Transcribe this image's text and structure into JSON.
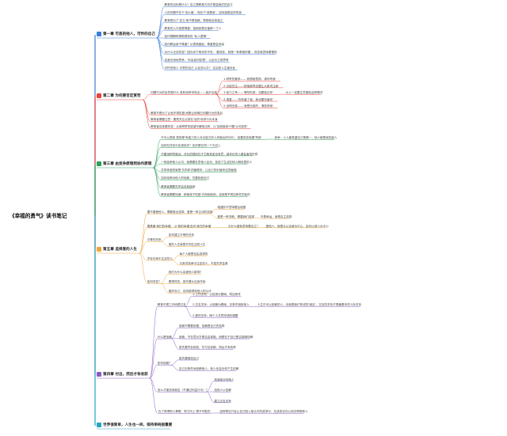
{
  "title": "《幸福的勇气》读书笔记",
  "chapters": [
    {
      "icon": "book-icon",
      "color": "#3b7dd8",
      "label": "第一章 可恶的他人，可怜的自己",
      "items": [
        {
          "text": "教育的目标是什么？自立是教育方向不是盆栽式的自立"
        },
        {
          "text": "人的问题不在于'怎么做'，而在于'我是谁'，如何接受这样的我"
        },
        {
          "text": "教育是为了'自立'而不是依赖，帮助他自我独立"
        },
        {
          "text": "教育的入口就是尊重：接纳其是否值得一个人"
        },
        {
          "text": "如何理解阿德勒提到的 '私人逻辑'"
        },
        {
          "text": "如何教会孩子尊重？从表扬做起，尊重是会传染"
        },
        {
          "text": "为什么无法改变？因为安于现状的不安，'要改变，就是一条艰难的路'，改变就意味着冒险"
        },
        {
          "text": "设身处地地思考。'你会如何处理'，以此为立场思考"
        },
        {
          "text": "可怜的他人 可恶的自己 以及怎么办？ 往后的人生面对此"
        }
      ]
    },
    {
      "icon": "gift-icon",
      "color": "#e8433a",
      "label": "第二章 为何要否定赏罚",
      "items": [
        {
          "text": "问题行为的目的是什么 各阶段有何特点——逐步出现",
          "children": [
            {
              "text": "1.称赞的要求——'我想被表扬，请你夸我'"
            },
            {
              "text": "2.引起关注——'即使被骂也要让大家关注我'"
            },
            {
              "text": "3.权力之争——'哪怕吵架，也要赢过你'",
              "children": [
                {
                  "text": "大人一定要注意避免这种情况"
                }
              ]
            },
            {
              "text": "4.报复——'你伤害了我，我也要伤害你'"
            },
            {
              "text": "5.证明无能——'我是无能的，请放弃我'"
            }
          ]
        },
        {
          "text": "教育不是为了让他不再犯错 而是让他明白问题行为的背后"
        },
        {
          "text": "教育者需要注意：要把关注点放在'目的'而非行为本身"
        },
        {
          "text": "教育者自身要改变：从被称赞的欲望中解放出来，以'自我接纳'代替'认可欲求'"
        }
      ]
    },
    {
      "icon": "people-icon",
      "color": "#2aa05a",
      "label": "第三章 由竞争原理到协作原理",
      "items": [
        {
          "text": "不可以表扬 表扬是'有能力的人对无能力的人所做出的评价'，若要改变就要'赞扬'",
          "children": [
            {
              "text": "竞争：人人都希望自己是第一，他人都是我的敌人"
            }
          ]
        },
        {
          "text": "如何在任务中实现协作？协作是在同一个方向上"
        },
        {
          "text": "不要用称赞驱动，评价的规则在于它既有奖也有罚，被评价的人便会害怕失败"
        },
        {
          "text": "一味追求他人认可，就需要在意他人目光，变成了生活在他人期待里的人"
        },
        {
          "text": "共同体感觉就是'共同体'的最根本，让自己的价值来自贡献感"
        },
        {
          "text": "如何培养对他人的信赖，先要相信自己"
        },
        {
          "text": "教育者需要先学会自我接纳"
        },
        {
          "text": "教育者需要知道：即使孩子犯错 仍然相信他，这就是不附加条件的信任"
        }
      ]
    },
    {
      "icon": "heart-icon",
      "color": "#8b5cc7",
      "label": "第四章 付出，然后才有收获",
      "items": [
        {
          "text": "教育不是工作而是交友",
          "children": [
            {
              "text": "1.工作关系：以信用为基础，附加条件"
            },
            {
              "text": "2.交友关系：以信赖为基础，无条件相信他人",
              "children": [
                {
                  "text": "人生中可以依赖的人，也就是我们所说的'朋友'，交友的关系才是最基本的人际关系"
                }
              ]
            },
            {
              "text": "3.爱的关系：两个人共同完成的课题"
            }
          ]
        },
        {
          "text": "什么是信赖",
          "children": [
            {
              "text": "信赖不需要依据，信赖是自己的选择"
            },
            {
              "text": "信赖，不在意对方是否会背叛，而是在于自己是否能够信赖"
            },
            {
              "text": "首先要学会相信，先付出信赖，然后才有收获"
            }
          ]
        },
        {
          "text": "如何信赖？",
          "children": [
            {
              "text": "首先要相信自己"
            },
            {
              "text": "自己无条件地信赖他人，他人也会对你产生信赖"
            }
          ]
        },
        {
          "text": "怎么才能找到朋友（不通过利益行为）？",
          "children": [
            {
              "text": "真诚地对待他人"
            },
            {
              "text": "给他人以信赖"
            },
            {
              "text": "建立交友关系"
            }
          ]
        },
        {
          "text": "'为了获得他人尊敬，努力向上'是不可取的",
          "children": [
            {
              "text": "这种想法只会让自己陷入被认可的欲求中，应该发自内心地去帮助他人"
            }
          ]
        }
      ]
    },
    {
      "icon": "home-icon",
      "color": "#f2a33a",
      "label": "第五章 选择爱的人生",
      "items": [
        {
          "text": "要不要爱他人，需要做出选择。爱是一种主动的选择",
          "children": [
            {
              "text": "相遇并不意味着会相爱"
            },
            {
              "text": "爱是一种决断，需要我们选择",
              "children": [
                {
                  "text": "不是命运，而是自主选择"
                }
              ]
            }
          ]
        },
        {
          "text": "要具备'我们的幸福'，从'我的幸福'走向'我们的幸福'",
          "children": [
            {
              "text": "为什么爱就意味着自立？",
              "children": [
                {
                  "text": "爱他人，就是从以自我为中心，走向以他人为中心"
                }
              ]
            }
          ]
        },
        {
          "text": "平等的关系",
          "children": [
            {
              "text": "如何建立平等的关系"
            },
            {
              "text": "爱的人生就是共同生活的人生"
            }
          ]
        },
        {
          "text": "不存在命中注定的人",
          "children": [
            {
              "text": "每个人都是自由选择的"
            },
            {
              "text": "与其寻找命中注定的人，不如先学会爱"
            }
          ]
        },
        {
          "text": "如何改变？",
          "children": [
            {
              "text": "我们为什么会被他人影响？"
            },
            {
              "text": "要想改变，首先要从自身开始"
            },
            {
              "text": "做好自己，自然能得到他人的认可"
            }
          ]
        }
      ]
    },
    {
      "icon": "smile-icon",
      "color": "#25a4c4",
      "label": "世界很简单，人生也一样，保持单纯很重要",
      "items": []
    }
  ]
}
